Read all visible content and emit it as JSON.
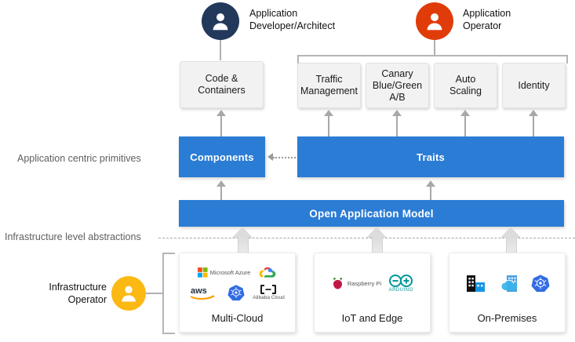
{
  "diagram": {
    "title": "Open Application Model layered architecture",
    "colors": {
      "blue_bar": "#2b7cd4",
      "dev_avatar": "#23395b",
      "operator_avatar": "#e03c0a",
      "infra_avatar": "#fcb813",
      "card_bg": "#f2f2f2",
      "connector": "#b0b0b0",
      "section_label": "#5f5f5f"
    },
    "personas": [
      {
        "id": "app-developer",
        "label": "Application\nDeveloper/Architect",
        "avatar_color": "#23395b",
        "icon": "user-avatar-icon"
      },
      {
        "id": "app-operator",
        "label": "Application\nOperator",
        "avatar_color": "#e03c0a",
        "icon": "user-avatar-icon"
      },
      {
        "id": "infra-operator",
        "label": "Infrastructure\nOperator",
        "avatar_color": "#fcb813",
        "icon": "user-avatar-icon"
      }
    ],
    "section_labels": [
      {
        "id": "app-centric",
        "text": "Application centric primitives"
      },
      {
        "id": "infra-level",
        "text": "Infrastructure level abstractions"
      }
    ],
    "developer_artifacts": [
      {
        "id": "code-containers",
        "label": "Code &\nContainers"
      }
    ],
    "operator_traits": [
      {
        "id": "traffic-management",
        "label": "Traffic\nManagement"
      },
      {
        "id": "canary-blue-green",
        "label": "Canary\nBlue/Green\nA/B"
      },
      {
        "id": "auto-scaling",
        "label": "Auto\nScaling"
      },
      {
        "id": "identity",
        "label": "Identity"
      }
    ],
    "primitives": [
      {
        "id": "components",
        "label": "Components"
      },
      {
        "id": "traits",
        "label": "Traits"
      }
    ],
    "model_bar": {
      "id": "open-application-model",
      "label": "Open Application Model"
    },
    "infrastructure": [
      {
        "id": "multi-cloud",
        "label": "Multi-Cloud",
        "logos": [
          {
            "name": "microsoft-azure-logo",
            "text": "Microsoft Azure"
          },
          {
            "name": "google-cloud-logo",
            "text": ""
          },
          {
            "name": "aws-logo",
            "text": "aws"
          },
          {
            "name": "kubernetes-logo",
            "text": ""
          },
          {
            "name": "alibaba-cloud-logo",
            "text": "Alibaba Cloud"
          }
        ]
      },
      {
        "id": "iot-and-edge",
        "label": "IoT and Edge",
        "logos": [
          {
            "name": "raspberry-pi-logo",
            "text": "Raspberry Pi"
          },
          {
            "name": "arduino-logo",
            "text": "ARDUINO"
          }
        ]
      },
      {
        "id": "on-premises",
        "label": "On-Premises",
        "logos": [
          {
            "name": "datacenter-buildings-icon",
            "text": ""
          },
          {
            "name": "hybrid-cloud-icon",
            "text": ""
          },
          {
            "name": "kubernetes-logo",
            "text": ""
          }
        ]
      }
    ]
  }
}
